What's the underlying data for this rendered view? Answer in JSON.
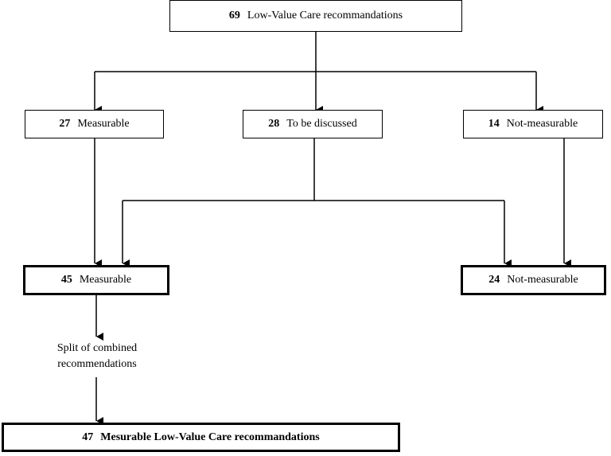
{
  "nodes": {
    "top": {
      "count": "69",
      "label": "Low-Value Care recommandations"
    },
    "measurable": {
      "count": "27",
      "label": "Measurable"
    },
    "discussed": {
      "count": "28",
      "label": "To be discussed"
    },
    "not_measurable": {
      "count": "14",
      "label": "Not-measurable"
    },
    "measurable_total": {
      "count": "45",
      "label": "Measurable"
    },
    "not_measurable_total": {
      "count": "24",
      "label": "Not-measurable"
    },
    "final": {
      "count": "47",
      "label": "Mesurable Low-Value Care recommandations"
    }
  },
  "note": {
    "line1": "Split of combined",
    "line2": "recommendations"
  },
  "colors": {
    "line": "#000000",
    "box_border": "#000000",
    "background": "#ffffff"
  }
}
